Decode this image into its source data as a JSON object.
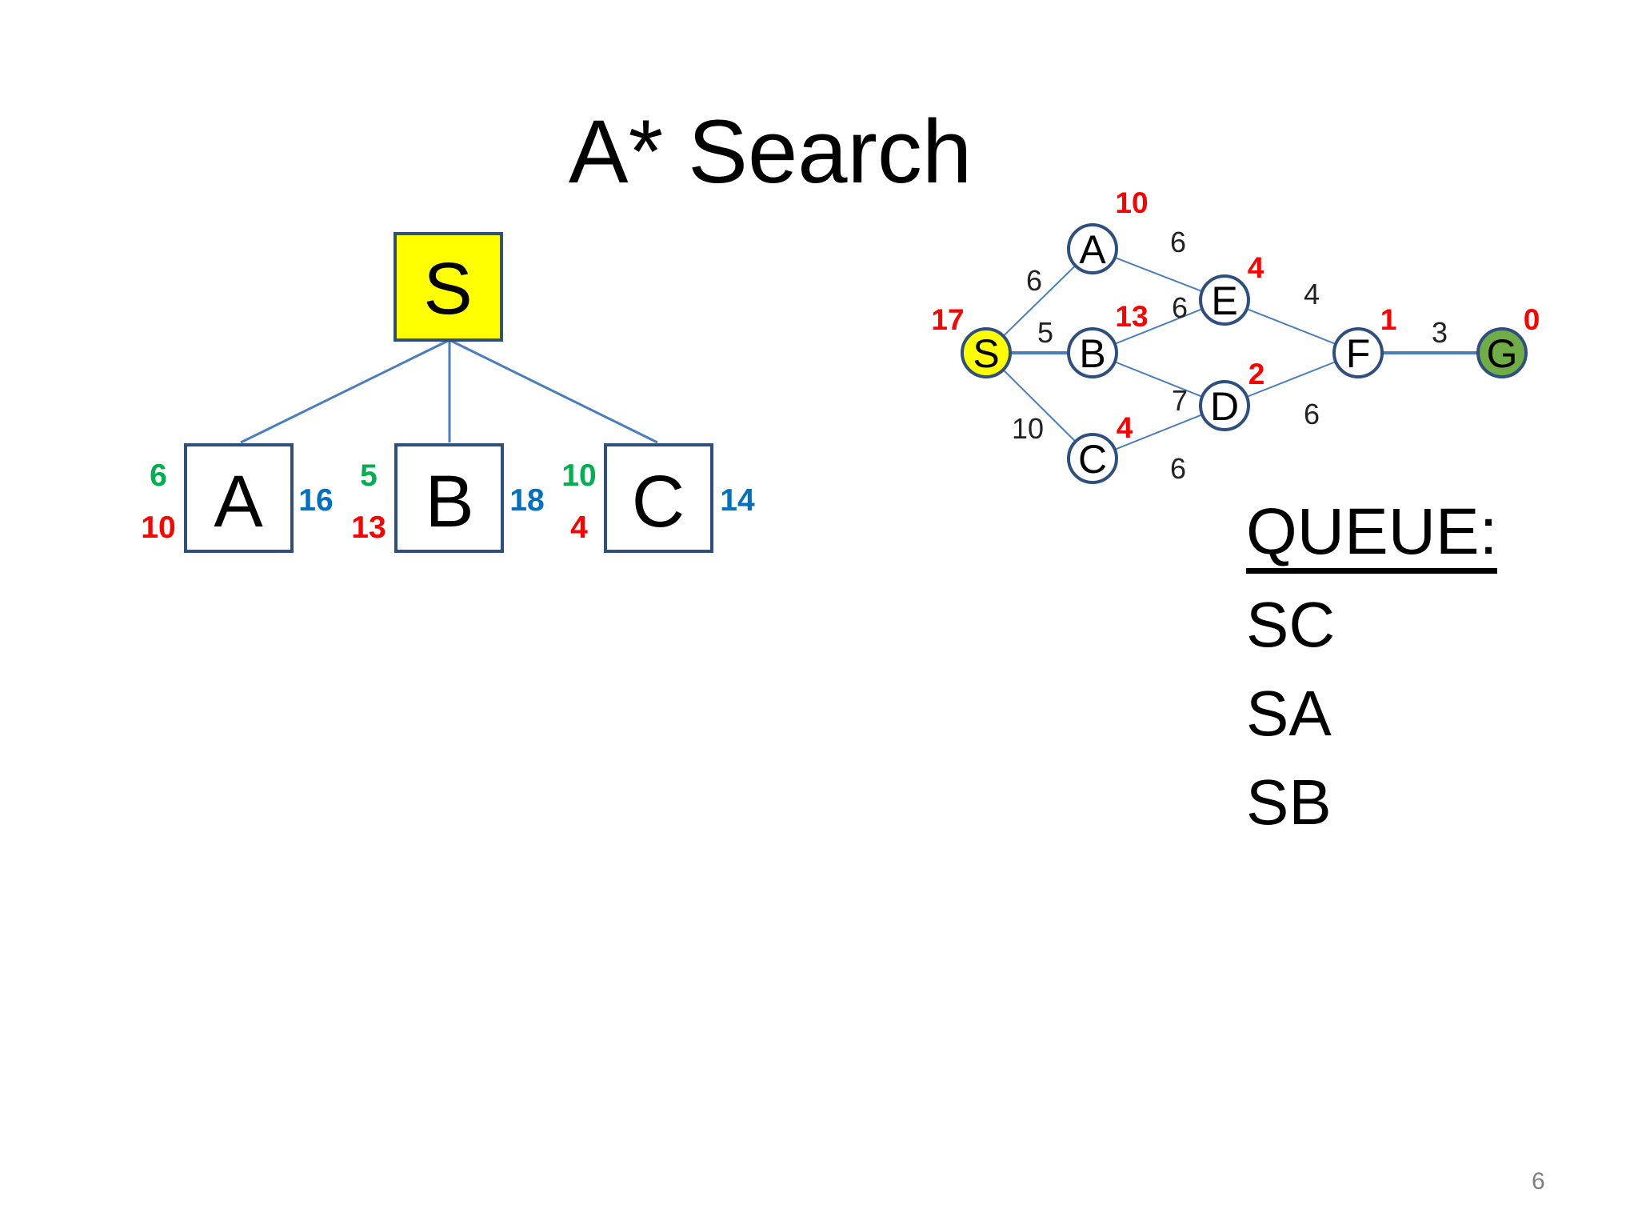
{
  "title": "A* Search",
  "colors": {
    "path_cost": "#00b050",
    "heuristic": "#ff0000",
    "total": "#0070c0",
    "box_border": "#2f4f7f",
    "edge": "#4a7ebb",
    "start_fill": "#ffff00",
    "goal_fill": "#70ad47"
  },
  "tree": {
    "root": {
      "label": "S"
    },
    "children": [
      {
        "label": "A",
        "g": "6",
        "h": "10",
        "f": "16"
      },
      {
        "label": "B",
        "g": "5",
        "h": "13",
        "f": "18"
      },
      {
        "label": "C",
        "g": "10",
        "h": "4",
        "f": "14"
      }
    ]
  },
  "graph": {
    "nodes": {
      "S": {
        "label": "S",
        "h": "17"
      },
      "A": {
        "label": "A",
        "h": "10"
      },
      "B": {
        "label": "B",
        "h": "13"
      },
      "C": {
        "label": "C",
        "h": "4"
      },
      "D": {
        "label": "D",
        "h": "2"
      },
      "E": {
        "label": "E",
        "h": "4"
      },
      "F": {
        "label": "F",
        "h": "1"
      },
      "G": {
        "label": "G",
        "h": "0"
      }
    },
    "edges": {
      "SA": {
        "from": "S",
        "to": "A",
        "weight": "6"
      },
      "SB": {
        "from": "S",
        "to": "B",
        "weight": "5"
      },
      "SC": {
        "from": "S",
        "to": "C",
        "weight": "10"
      },
      "AE": {
        "from": "A",
        "to": "E",
        "weight": "6"
      },
      "BE": {
        "from": "B",
        "to": "E",
        "weight": "6"
      },
      "BD": {
        "from": "B",
        "to": "D",
        "weight": "7"
      },
      "CD": {
        "from": "C",
        "to": "D",
        "weight": "6"
      },
      "EF": {
        "from": "E",
        "to": "F",
        "weight": "4"
      },
      "DF": {
        "from": "D",
        "to": "F",
        "weight": "6"
      },
      "FG": {
        "from": "F",
        "to": "G",
        "weight": "3"
      }
    }
  },
  "queue": {
    "title": "QUEUE:",
    "items": [
      "SC",
      "SA",
      "SB"
    ]
  },
  "page_number": "6"
}
